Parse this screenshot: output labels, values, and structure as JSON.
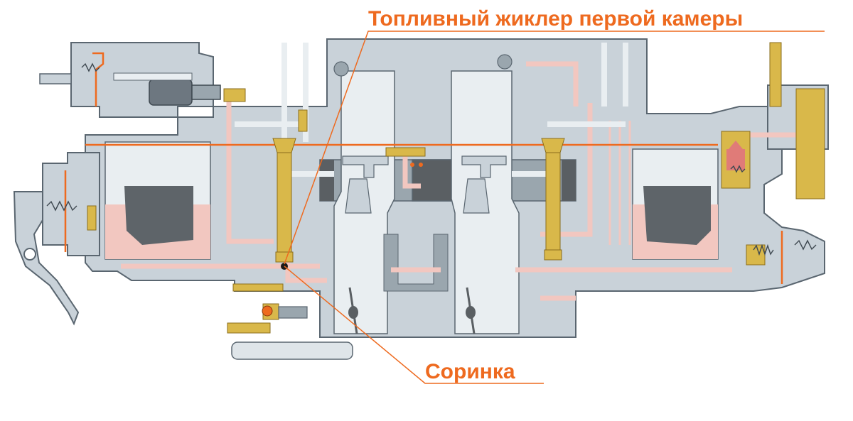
{
  "diagram": {
    "callouts": [
      {
        "id": "fuel-jet",
        "label": "Топливный жиклер первой камеры"
      },
      {
        "id": "debris",
        "label": "Соринка"
      }
    ],
    "colors": {
      "accent": "#ee6a1f",
      "body_gray": "#c9d2d9",
      "body_dark": "#9aa6ae",
      "outline": "#5a6670",
      "channel": "#e9eef1",
      "fuel": "#f2c7c0",
      "float": "#5e6469",
      "brass": "#d9b84a",
      "throttle_dark": "#5a5f63"
    }
  }
}
